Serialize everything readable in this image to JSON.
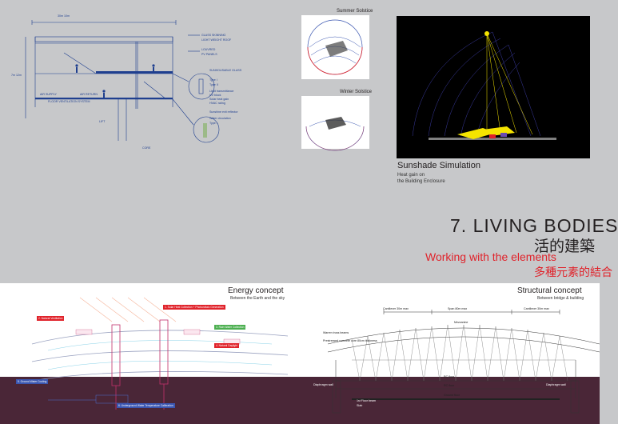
{
  "header": {
    "project": "7. LIVING BODIES",
    "project_cn": "活的建築",
    "subtitle": "Working with the elements",
    "subtitle_cn": "多種元素的結合"
  },
  "section_drawing": {
    "labels": [
      "GLASS SKINNING",
      "LIGHT WEIGHT ROOF",
      "LOUVRED",
      "PV PANELS",
      "SUNHOUSABLE GLASS",
      "Type I",
      "Type II",
      "Sunshine exit reflector",
      "Water circulation",
      "Type I",
      "Light transmittance",
      "UV block",
      "Solar heat gain",
      "HVAC rating",
      "AIR SUPPLY",
      "AIR RETURN",
      "FLOOR VENTILATION SYSTEM",
      "LIFT",
      "CORE"
    ],
    "dim_top": "30m 10m",
    "dim_side": "7m 12m"
  },
  "solar": {
    "summer": "Summer Solstice",
    "winter": "Winter Solstice"
  },
  "sunshade": {
    "title": "Sunshade Simulation",
    "caption_1": "Heat gain on",
    "caption_2": "the Building Enclosure"
  },
  "energy": {
    "title": "Energy concept",
    "subtitle": "Between the Earth and the sky",
    "boxes": [
      "1. Solar Heat Collection + Photovoltaic Generation",
      "2. Natural Ventilation",
      "3. Rain Water Collection",
      "4. Natural Daylight",
      "5. Ground Water Cooling",
      "6. Underground Water Temperature Calibration"
    ]
  },
  "structure": {
    "title": "Structural concept",
    "subtitle": "Between bridge & building",
    "labels": [
      "Cantilever 30m max",
      "Span 80m max",
      "Cantilever 30m max",
      "Mezzanine",
      "Warren truss beams",
      "Prestressed concrete core 80cm thickness",
      "RC floor",
      "RC floor",
      "Ground floor",
      "Diaphragm wall",
      "Diaphragm wall",
      "1st Floor beam",
      "Slab"
    ]
  },
  "colors": {
    "background": "#c7c8ca",
    "accent_red": "#e0232b",
    "ground": "#4a2637",
    "line_blue": "#1f3f8f",
    "highlight_yellow": "#f5e400"
  }
}
